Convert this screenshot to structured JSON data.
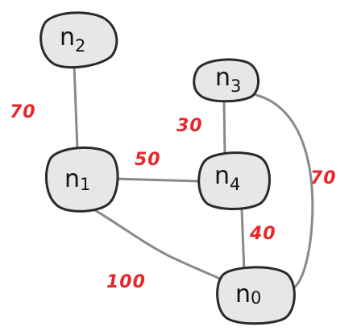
{
  "colors": {
    "edge": "#8a8a8a",
    "node_fill": "#e7e7e7",
    "node_stroke": "#2a2a2a",
    "node_text": "#141414",
    "weight_text": "#e8262a"
  },
  "nodes": [
    {
      "id": "n2",
      "base": "n",
      "sub": "2"
    },
    {
      "id": "n3",
      "base": "n",
      "sub": "3"
    },
    {
      "id": "n1",
      "base": "n",
      "sub": "1"
    },
    {
      "id": "n4",
      "base": "n",
      "sub": "4"
    },
    {
      "id": "n0",
      "base": "n",
      "sub": "0"
    }
  ],
  "edges": [
    {
      "from": "n2",
      "to": "n1",
      "weight": "70"
    },
    {
      "from": "n1",
      "to": "n4",
      "weight": "50"
    },
    {
      "from": "n3",
      "to": "n4",
      "weight": "30"
    },
    {
      "from": "n4",
      "to": "n0",
      "weight": "40"
    },
    {
      "from": "n3",
      "to": "n0",
      "weight": "70"
    },
    {
      "from": "n1",
      "to": "n0",
      "weight": "100"
    }
  ]
}
